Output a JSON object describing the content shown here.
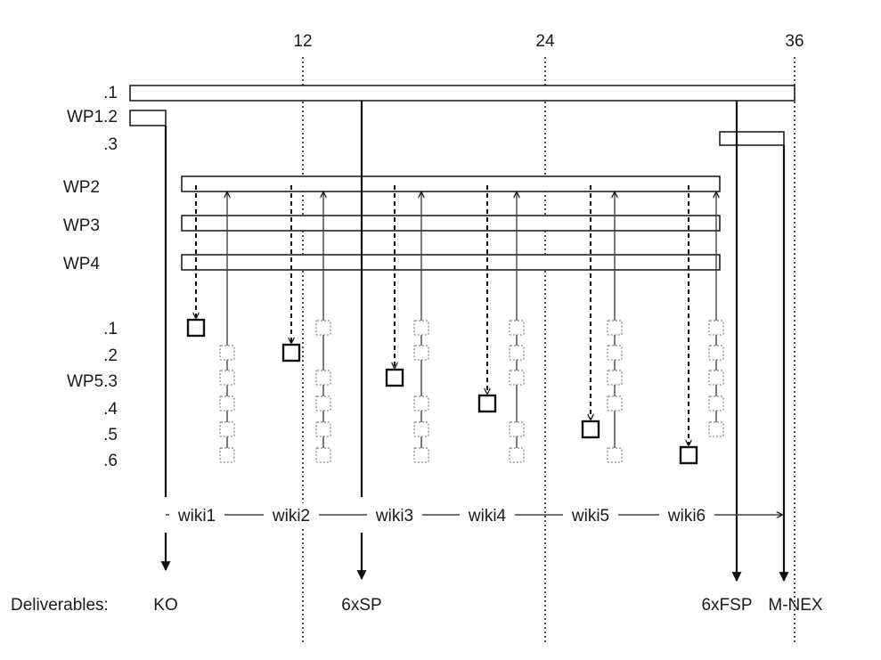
{
  "months": [
    "12",
    "24",
    "36"
  ],
  "row_labels": {
    "wp1_1": ".1",
    "wp1_2": "WP1.2",
    "wp1_3": ".3",
    "wp2": "WP2",
    "wp3": "WP3",
    "wp4": "WP4",
    "wp5_1": ".1",
    "wp5_2": ".2",
    "wp5_3": "WP5.3",
    "wp5_4": ".4",
    "wp5_5": ".5",
    "wp5_6": ".6"
  },
  "wikis": [
    "wiki1",
    "wiki2",
    "wiki3",
    "wiki4",
    "wiki5",
    "wiki6"
  ],
  "deliverables_label": "Deliverables:",
  "deliverables": [
    "KO",
    "6xSP",
    "6xFSP",
    "M-NEX"
  ]
}
